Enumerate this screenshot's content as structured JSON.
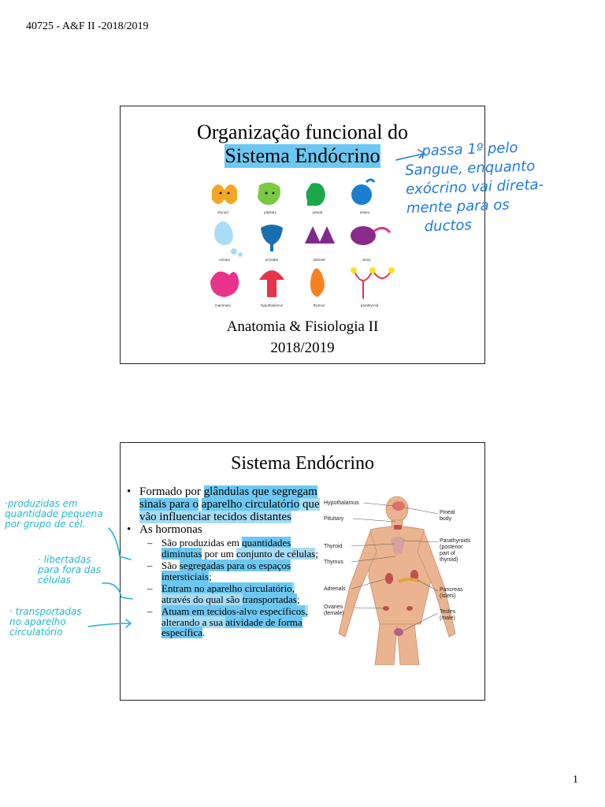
{
  "header": "40725 - A&F II -2018/2019",
  "page_number": "1",
  "slide1": {
    "title_line1": "Organização funcional do",
    "title_line2": "Sistema Endócrino",
    "gland_labels": [
      "thyroid",
      "pituitary",
      "pineal",
      "testes",
      "urinary",
      "prostate",
      "adrenal",
      "ovary",
      "mammary",
      "hypothalamus",
      "thymus",
      "parathyroid"
    ],
    "subtitle1": "Anatomia & Fisiologia II",
    "subtitle2": "2018/2019"
  },
  "slide2": {
    "title": "Sistema Endócrino",
    "b1": {
      "pre": "Formado por ",
      "hl1": "glândulas que segregam sinais para o",
      "mid": " ",
      "hl2": "aparelho circulatório",
      "tail": " que vão influenciar tecidos distantes"
    },
    "b2": "As hormonas",
    "subs": [
      {
        "pre": "São produzidas em ",
        "hl": "quantidades diminutas",
        "mid": " por um ",
        "hl2": "conjunto de células",
        "tail": ";"
      },
      {
        "pre": "São ",
        "hl": "segregadas para os espaços intersticiais",
        "mid": "",
        "hl2": "",
        "tail": ";"
      },
      {
        "pre": "",
        "hl": "Entram no aparelho circulatório",
        "mid": ", através do qual são ",
        "hl2": "transportadas",
        "tail": ";"
      },
      {
        "pre": "",
        "hl": "Atuam em tecidos-alvo específicos",
        "mid": ", alterando a sua ",
        "hl2": "atividade de forma específica",
        "tail": "."
      }
    ],
    "anatomy_labels": {
      "hypothalamus": "Hypothalamus",
      "pituitary": "Pituitary",
      "thyroid": "Thyroid",
      "thymus": "Thymus",
      "adrenals": "Adrenals",
      "ovaries": "Ovaries",
      "ovaries2": "(female)",
      "pineal": "Pineal",
      "pineal2": "body",
      "parathyroids": "Parathyroids",
      "parathyroids2": "(posterior",
      "parathyroids3": "part of",
      "parathyroids4": "thyroid)",
      "pancreas": "Pancreas",
      "pancreas2": "(islets)",
      "testes": "Testes",
      "testes2": "(male)"
    }
  },
  "handwriting": {
    "note1": [
      "passa 1º pelo",
      "Sangue, enquanto",
      "exócrino vai direta-",
      "mente para os",
      "ductos"
    ],
    "note2": [
      "·produzidas em",
      "quantidade pequena",
      "por grupo de cél."
    ],
    "note3": [
      "· libertadas",
      "para fora das",
      "células"
    ],
    "note4": [
      "· transportadas",
      "no aparelho",
      "circulatório"
    ]
  },
  "colors": {
    "highlight": "#6cc8f2",
    "ink_blue": "#1f7be0",
    "ink_cyan": "#25b7cf"
  }
}
